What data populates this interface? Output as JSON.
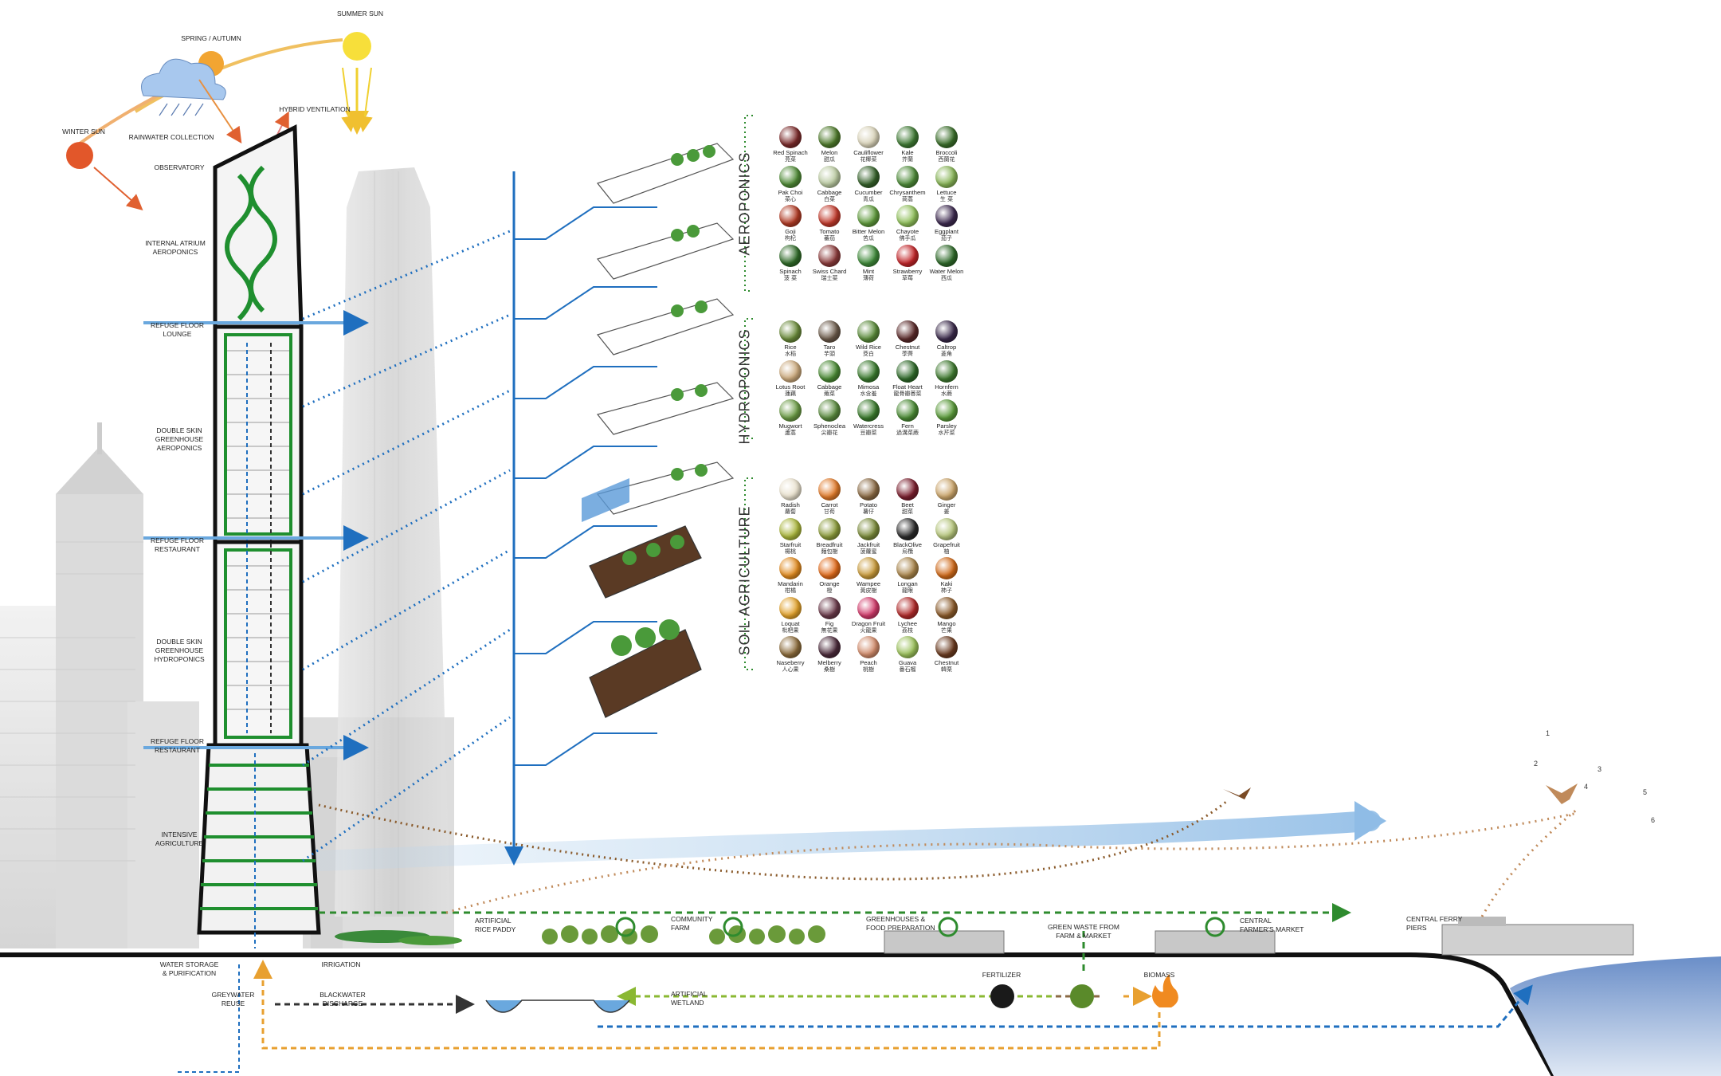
{
  "sky": {
    "summer_sun": "SUMMER SUN",
    "spring_autumn": "SPRING / AUTUMN",
    "winter_sun": "WINTER SUN",
    "rainwater": "RAINWATER COLLECTION",
    "ventilation": "HYBRID VENTILATION"
  },
  "tower_labels": [
    "OBSERVATORY",
    "INTERNAL ATRIUM\nAEROPONICS",
    "REFUGE FLOOR\nLOUNGE",
    "DOUBLE SKIN\nGREENHOUSE\nAEROPONICS",
    "REFUGE FLOOR\nRESTAURANT",
    "DOUBLE SKIN\nGREENHOUSE\nHYDROPONICS",
    "REFUGE FLOOR\nRESTAURANT",
    "INTENSIVE\nAGRICULTURE",
    "WATER STORAGE\n& PURIFICATION",
    "GREYWATER\nREUSE",
    "BLACKWATER\nDISCHARGE",
    "IRRIGATION"
  ],
  "ground_labels": [
    "ARTIFICIAL\nRICE PADDY",
    "COMMUNITY\nFARM",
    "GREENHOUSES &\nFOOD PREPARATION",
    "GREEN WASTE FROM\nFARM & MARKET",
    "CENTRAL\nFARMER'S MARKET",
    "CENTRAL FERRY\nPIERS",
    "FERTILIZER",
    "BIOMASS",
    "ARTIFICIAL\nWETLAND"
  ],
  "flight_numbers": [
    "1",
    "2",
    "3",
    "4",
    "5",
    "6"
  ],
  "sections": [
    {
      "title": "AEROPONICS",
      "crops": [
        {
          "en": "Red Spinach",
          "zh": "莧菜",
          "color": "#7a2a2a"
        },
        {
          "en": "Melon",
          "zh": "甜瓜",
          "color": "#4e7a2b"
        },
        {
          "en": "Cauliflower",
          "zh": "花椰菜",
          "color": "#d8d2b8"
        },
        {
          "en": "Kale",
          "zh": "芥蘭",
          "color": "#3f7a34"
        },
        {
          "en": "Broccoli",
          "zh": "西蘭花",
          "color": "#3a6e2a"
        },
        {
          "en": "Pak Choi",
          "zh": "菜心",
          "color": "#4f8a36"
        },
        {
          "en": "Cabbage",
          "zh": "白菜",
          "color": "#b9c9a0"
        },
        {
          "en": "Cucumber",
          "zh": "青瓜",
          "color": "#35612a"
        },
        {
          "en": "Chrysanthem",
          "zh": "茼蒿",
          "color": "#4d8a38"
        },
        {
          "en": "Lettuce",
          "zh": "生 菜",
          "color": "#87b456"
        },
        {
          "en": "Goji",
          "zh": "枸杞",
          "color": "#b03a24"
        },
        {
          "en": "Tomato",
          "zh": "蕃茄",
          "color": "#c0392b"
        },
        {
          "en": "Bitter Melon",
          "zh": "苦瓜",
          "color": "#5f9a3c"
        },
        {
          "en": "Chayote",
          "zh": "佛手瓜",
          "color": "#8fbf5a"
        },
        {
          "en": "Eggplant",
          "zh": "茄子",
          "color": "#3d2a4f"
        },
        {
          "en": "Spinach",
          "zh": "菠 菜",
          "color": "#2f6a28"
        },
        {
          "en": "Swiss Chard",
          "zh": "瑞士菜",
          "color": "#8a3a3a"
        },
        {
          "en": "Mint",
          "zh": "薄荷",
          "color": "#3f8a3a"
        },
        {
          "en": "Strawberry",
          "zh": "草莓",
          "color": "#c2262a"
        },
        {
          "en": "Water Melon",
          "zh": "西瓜",
          "color": "#2f6a2a"
        }
      ]
    },
    {
      "title": "HYDROPONICS",
      "crops": [
        {
          "en": "Rice",
          "zh": "水稻",
          "color": "#6a8a3a"
        },
        {
          "en": "Taro",
          "zh": "芋頭",
          "color": "#6b5a4a"
        },
        {
          "en": "Wild Rice",
          "zh": "茭白",
          "color": "#5a8a3a"
        },
        {
          "en": "Chestnut",
          "zh": "荸薺",
          "color": "#5a2a2a"
        },
        {
          "en": "Caltrop",
          "zh": "菱角",
          "color": "#3a2a4a"
        },
        {
          "en": "Lotus Root",
          "zh": "蓮藕",
          "color": "#c9a77a"
        },
        {
          "en": "Cabbage",
          "zh": "蕹菜",
          "color": "#4a8a34"
        },
        {
          "en": "Mimosa",
          "zh": "水含羞",
          "color": "#3a7a2e"
        },
        {
          "en": "Float Heart",
          "zh": "龍骨瓣莕菜",
          "color": "#2f6a2a"
        },
        {
          "en": "Hornfern",
          "zh": "水蕨",
          "color": "#3f7a30"
        },
        {
          "en": "Mugwort",
          "zh": "蘆蒿",
          "color": "#6a9a44"
        },
        {
          "en": "Sphenoclea",
          "zh": "尖瓣花",
          "color": "#5a8a3e"
        },
        {
          "en": "Watercress",
          "zh": "豆瓣菜",
          "color": "#3a7a2c"
        },
        {
          "en": "Fern",
          "zh": "過溝菜蕨",
          "color": "#4a8a34"
        },
        {
          "en": "Parsley",
          "zh": "水芹菜",
          "color": "#5a9a3a"
        }
      ]
    },
    {
      "title": "SOIL AGRICULTURE",
      "crops": [
        {
          "en": "Radish",
          "zh": "蘿蔔",
          "color": "#e8e0cc"
        },
        {
          "en": "Carrot",
          "zh": "甘荀",
          "color": "#e07a2a"
        },
        {
          "en": "Potato",
          "zh": "薯仔",
          "color": "#8a6a44"
        },
        {
          "en": "Beet",
          "zh": "甜菜",
          "color": "#7a1f2e"
        },
        {
          "en": "Ginger",
          "zh": "姜",
          "color": "#caa46a"
        },
        {
          "en": "Starfruit",
          "zh": "楊桃",
          "color": "#a8b43a"
        },
        {
          "en": "Breadfruit",
          "zh": "麵包樹",
          "color": "#8a9a3a"
        },
        {
          "en": "Jackfruit",
          "zh": "菠蘿蜜",
          "color": "#7a8a3a"
        },
        {
          "en": "BlackOlive",
          "zh": "烏欖",
          "color": "#2a2a2a"
        },
        {
          "en": "Grapefruit",
          "zh": "柚",
          "color": "#b4c47a"
        },
        {
          "en": "Mandarin",
          "zh": "柑橘",
          "color": "#e08a1f"
        },
        {
          "en": "Orange",
          "zh": "橙",
          "color": "#e06a1a"
        },
        {
          "en": "Wampee",
          "zh": "黃皮樹",
          "color": "#c89a3a"
        },
        {
          "en": "Longan",
          "zh": "龍眼",
          "color": "#a8844a"
        },
        {
          "en": "Kaki",
          "zh": "柿子",
          "color": "#d06a1a"
        },
        {
          "en": "Loquat",
          "zh": "枇杷果",
          "color": "#e0a02a"
        },
        {
          "en": "Fig",
          "zh": "無花果",
          "color": "#6a3a4a"
        },
        {
          "en": "Dragon Fruit",
          "zh": "火龍果",
          "color": "#d03a6a"
        },
        {
          "en": "Lychee",
          "zh": "荔枝",
          "color": "#b02a2a"
        },
        {
          "en": "Mango",
          "zh": "芒果",
          "color": "#8a5a2a"
        },
        {
          "en": "Naseberry",
          "zh": "人心果",
          "color": "#8a6a3a"
        },
        {
          "en": "Melberry",
          "zh": "桑樹",
          "color": "#4a2a3a"
        },
        {
          "en": "Peach",
          "zh": "桃樹",
          "color": "#d08a6a"
        },
        {
          "en": "Guava",
          "zh": "番石榴",
          "color": "#9ac05a"
        },
        {
          "en": "Chestnut",
          "zh": "韓栗",
          "color": "#6a3a1f"
        }
      ]
    }
  ],
  "colors": {
    "water_blue": "#1f6fbf",
    "green_loop": "#2e8b2e",
    "greywater": "#333333",
    "irrigation": "#e8a030",
    "fertilizer_green": "#8ab832",
    "biomass_brown": "#8a6a44",
    "skyline": "#d8d8d8",
    "tower_green": "#1f8f2f"
  }
}
